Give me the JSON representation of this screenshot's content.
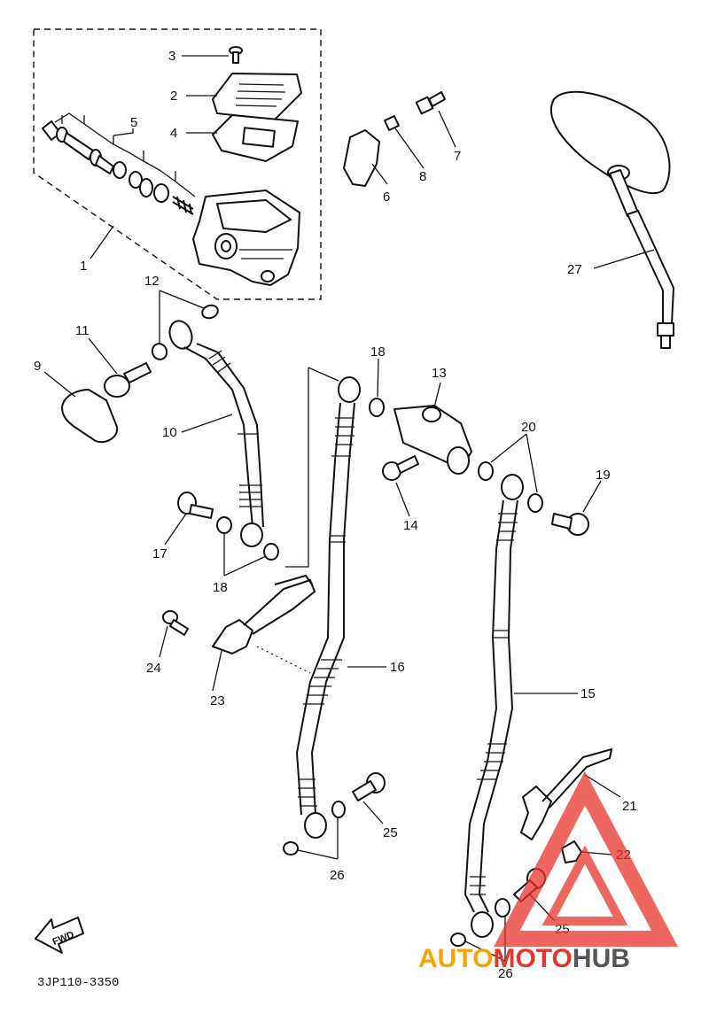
{
  "callouts": [
    "1",
    "2",
    "3",
    "4",
    "5",
    "6",
    "7",
    "8",
    "9",
    "10",
    "11",
    "12",
    "13",
    "14",
    "15",
    "16",
    "17",
    "18",
    "19",
    "20",
    "21",
    "22",
    "23",
    "24",
    "25",
    "26",
    "27"
  ],
  "fwd_label": "FWD",
  "diagram_code": "3JP110-3350",
  "watermark": {
    "part1": "AUTO",
    "part2": "MOTO",
    "part3": "HUB",
    "color1": "#f7a400",
    "color2": "#e8352b",
    "color3": "#555555",
    "triangle_color": "#e8352b"
  }
}
